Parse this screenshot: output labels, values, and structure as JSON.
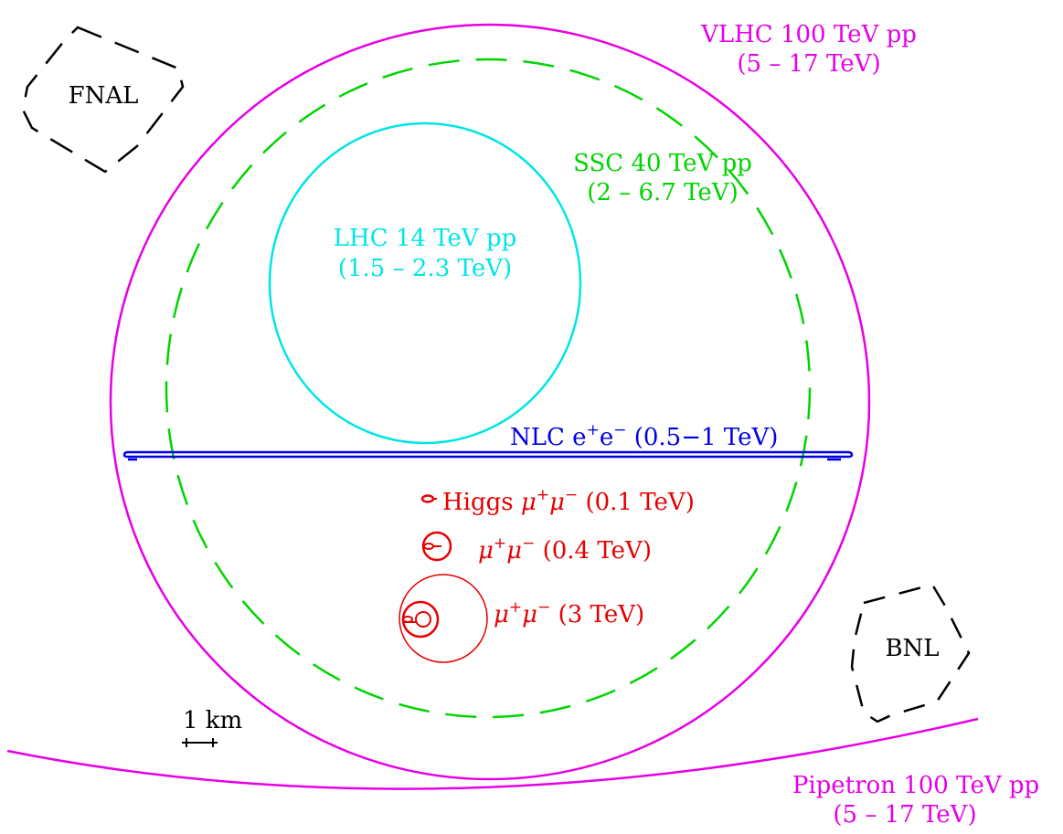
{
  "sites": {
    "fnal": {
      "label": "FNAL",
      "color": "#000000"
    },
    "bnl": {
      "label": "BNL",
      "color": "#000000"
    }
  },
  "rings": {
    "vlhc": {
      "line1": "VLHC 100 TeV pp",
      "line2": "(5 – 17 TeV)",
      "color": "#e600e6"
    },
    "ssc": {
      "line1": "SSC 40 TeV pp",
      "line2": "(2 – 6.7 TeV)",
      "color": "#00d400"
    },
    "lhc": {
      "line1": "LHC 14 TeV pp",
      "line2": "(1.5 – 2.3 TeV)",
      "color": "#00e5e5"
    },
    "pipetron": {
      "line1": "Pipetron 100 TeV pp",
      "line2": "(5 – 17 TeV)",
      "color": "#e600e6"
    }
  },
  "nlc": {
    "prefix": "NLC e",
    "sup_plus": "+",
    "middle": "e",
    "sup_minus": "−",
    "suffix": " (0.5−1 TeV)",
    "color": "#0000e6"
  },
  "muon": {
    "color": "#e60000",
    "mu": "μ",
    "sup_plus": "+",
    "sup_minus": "−",
    "higgs_prefix": "Higgs ",
    "higgs_energy": " (0.1 TeV)",
    "mid_energy": " (0.4 TeV)",
    "high_energy": " (3 TeV)"
  },
  "scale": {
    "label": "1 km",
    "color": "#000000"
  }
}
